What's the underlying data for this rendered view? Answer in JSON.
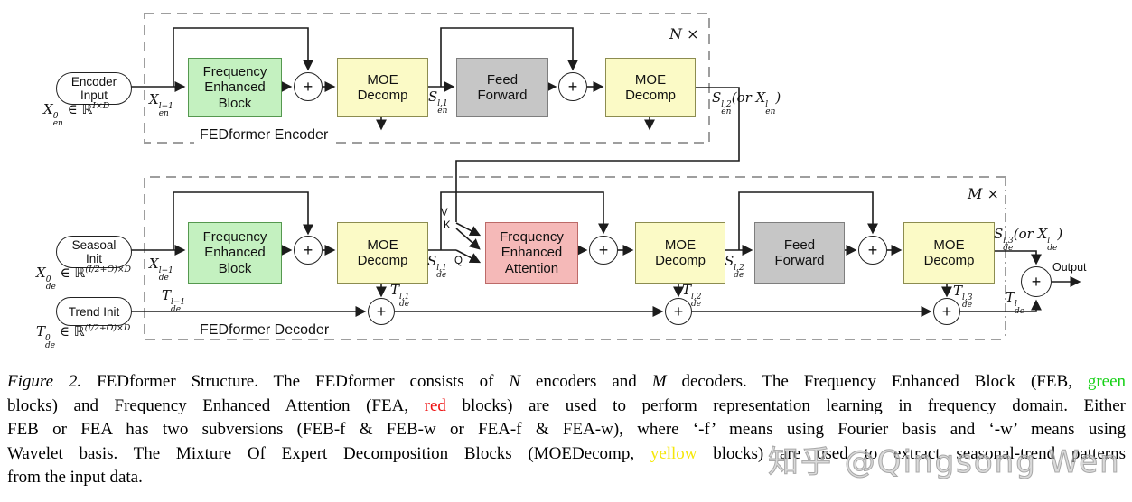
{
  "colors": {
    "feb_green": "#c4f1c0",
    "moe_yellow": "#fbfac6",
    "ff_gray": "#c6c6c6",
    "fea_red": "#f5b9b8",
    "border_green": "#55984f",
    "border_yellow": "#8c8c50",
    "border_gray": "#7e7e7e",
    "border_red": "#bc6a68",
    "cap_green": "#17d117",
    "cap_red": "#ee1111",
    "cap_yellow": "#f5e70a"
  },
  "diagram": {
    "plus": "+",
    "encoder": {
      "repeat": "N ×",
      "box_label": "FEDformer Encoder",
      "input_oval": "Encoder\nInput",
      "input_dim": "X^{0}_{en} ∈ ℝ^{I×D}",
      "x_prev": "X^{l−1}_{en}",
      "feb": "Frequency\nEnhanced\nBlock",
      "moe1": "MOE\nDecomp",
      "ff": "Feed\nForward",
      "moe2": "MOE\nDecomp",
      "s1": "S^{l,1}_{en}",
      "s2": "S^{l,2}_{en}(or X^{l}_{en})"
    },
    "decoder": {
      "repeat": "M ×",
      "box_label": "FEDformer Decoder",
      "seasonal_oval": "Seasoal\nInit",
      "seasonal_dim": "X^{0}_{de} ∈ ℝ^{(I/2+O)×D}",
      "trend_oval": "Trend Init",
      "trend_dim": "T^{0}_{de} ∈ ℝ^{(I/2+O)×D}",
      "x_prev": "X^{l−1}_{de}",
      "t_prev": "T^{l−1}_{de}",
      "feb": "Frequency\nEnhanced\nBlock",
      "moe1": "MOE\nDecomp",
      "fea": "Frequency\nEnhanced\nAttention",
      "moe2": "MOE\nDecomp",
      "ff": "Feed\nForward",
      "moe3": "MOE\nDecomp",
      "s1": "S^{l,1}_{de}",
      "s2": "S^{l,2}_{de}",
      "s3": "S^{l,3}_{de}(or X^{l}_{de})",
      "t1": "T^{l,1}_{de}",
      "t2": "T^{l,2}_{de}",
      "t3": "T^{l,3}_{de}",
      "tl": "T^{l}_{de}",
      "v": "V",
      "k": "K",
      "q": "Q",
      "output": "Output"
    }
  },
  "caption": {
    "lines": [
      [
        {
          "t": "Figure 2. ",
          "s": "italic"
        },
        {
          "t": "FEDformer Structure. The FEDformer consists of "
        },
        {
          "t": "N",
          "s": "math"
        },
        {
          "t": " encoders and "
        },
        {
          "t": "M",
          "s": "math"
        },
        {
          "t": " decoders. The Frequency Enhanced Block (FEB, "
        },
        {
          "t": "green",
          "s": "green"
        }
      ],
      [
        {
          "t": "blocks) and Frequency Enhanced Attention (FEA, "
        },
        {
          "t": "red",
          "s": "red"
        },
        {
          "t": " blocks) are used to perform representation learning in frequency domain. Either"
        }
      ],
      [
        {
          "t": "FEB or FEA has two subversions (FEB-f & FEB-w or FEA-f & FEA-w), where ‘-f’ means using Fourier basis and ‘-w’ means using"
        }
      ],
      [
        {
          "t": "Wavelet basis. The Mixture Of Expert Decomposition Blocks (MOEDecomp, "
        },
        {
          "t": "yellow",
          "s": "yellow"
        },
        {
          "t": " blocks) are used to extract seasonal-trend patterns"
        }
      ],
      [
        {
          "t": "from the input data.",
          "last": true
        }
      ]
    ]
  },
  "watermark": "知乎 @Qingsong Wen"
}
